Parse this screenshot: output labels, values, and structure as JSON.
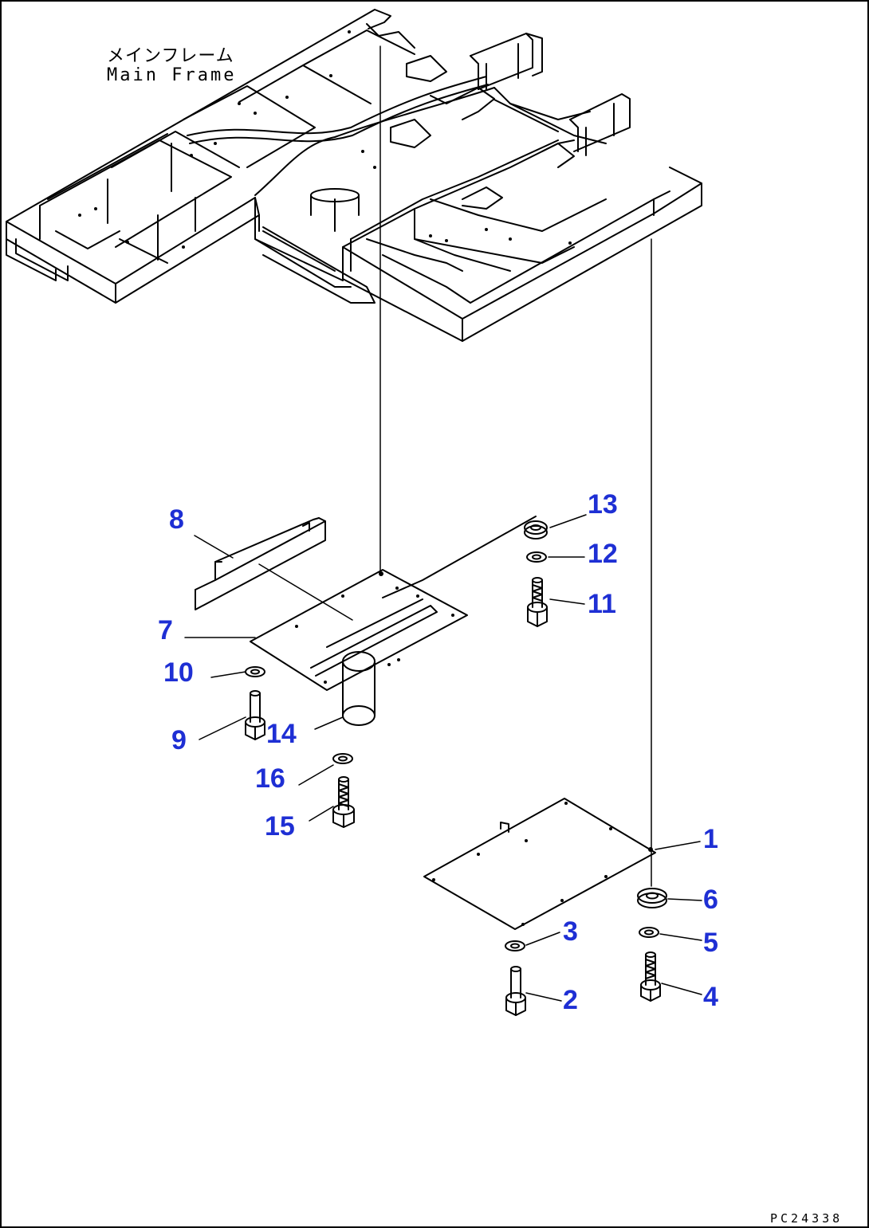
{
  "frame": {
    "label_jp": "メインフレーム",
    "label_en": "Main Frame"
  },
  "callouts": [
    "1",
    "2",
    "3",
    "4",
    "5",
    "6",
    "7",
    "8",
    "9",
    "10",
    "11",
    "12",
    "13",
    "14",
    "15",
    "16"
  ],
  "drawing_code": "PC24338",
  "colors": {
    "callout": "#1e2fd4",
    "line": "#000000",
    "background": "#ffffff"
  }
}
